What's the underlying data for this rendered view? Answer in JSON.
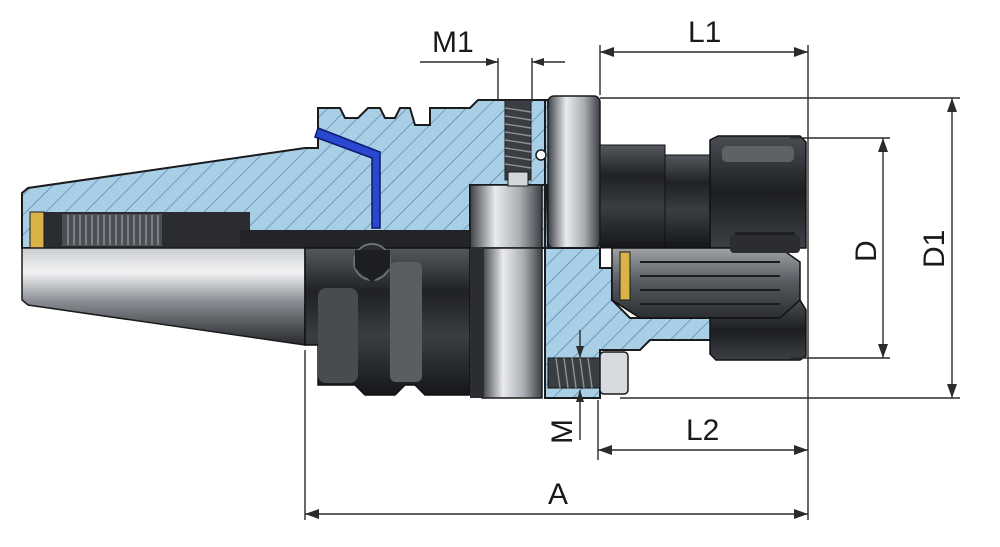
{
  "drawing": {
    "labels": {
      "m1": "M1",
      "l1": "L1",
      "d": "D",
      "d1": "D1",
      "m": "M",
      "l2": "L2",
      "a": "A"
    },
    "colors": {
      "section_fill": "#a9cfe6",
      "hatch": "#4a79a6",
      "steel_dark": "#2e3033",
      "steel_mid": "#7c8086",
      "steel_light": "#d7dade",
      "gold": "#d9b24a",
      "blue_pin": "#2a47d0",
      "dim_line": "#2b2b2b"
    }
  }
}
